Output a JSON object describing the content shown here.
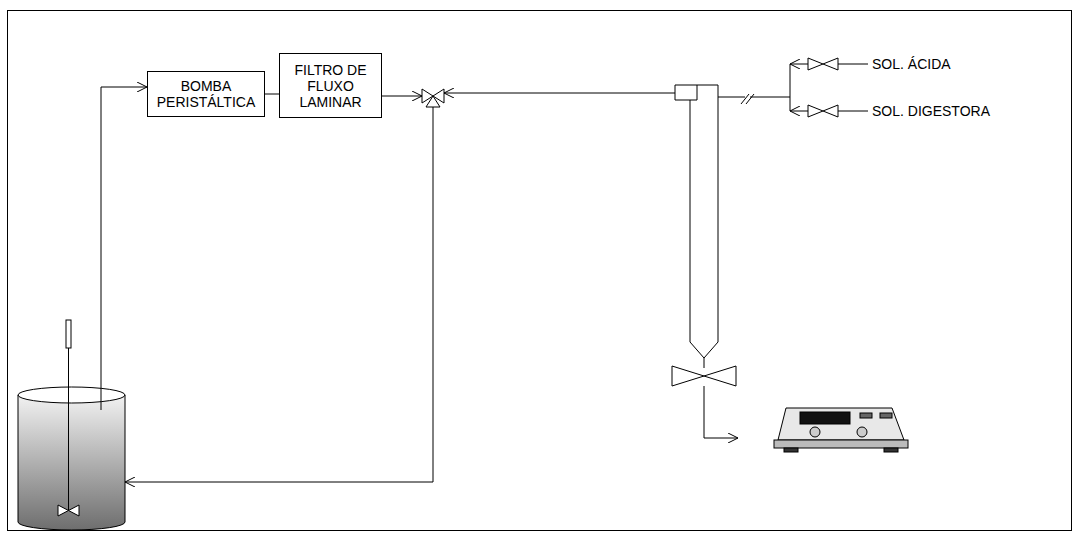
{
  "diagram": {
    "nodes": [
      {
        "text": [
          "BOMBA PERISTÁLTICA"
        ]
      },
      {
        "text": [
          "FILTRO DE FLUXO LAMINAR"
        ]
      }
    ],
    "edges": [
      {
        "from": 0,
        "to": 1,
        "arrow": "none"
      }
    ],
    "labels": [
      "SOL. ÁCIDA",
      "SOL. DIGESTORA"
    ]
  }
}
